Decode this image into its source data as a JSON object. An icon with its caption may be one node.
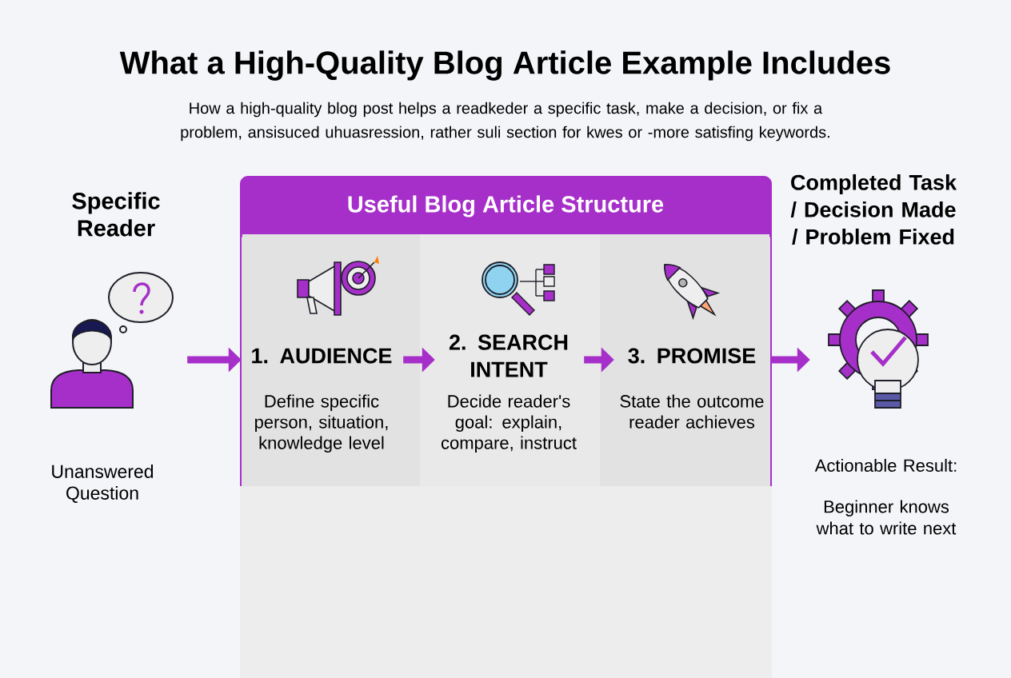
{
  "diagram": {
    "title": "What a High-Quality Blog Article Example Includes",
    "caption": "How a high-quality blog post helps a readkeder a specific task, make a decision, or fix a problem, ansisuced uhuasression, rather suli section for kwes or -more satisfing keywords.",
    "nodes": [
      {
        "text": [
          "Specific Reader",
          "Unanswered Question"
        ]
      },
      {
        "text": [
          "Useful Blog Article Structure"
        ]
      },
      {
        "text": [
          "1. AUDIENCE",
          "Define specific person, situation, knowledge level"
        ],
        "in": 1
      },
      {
        "text": [
          "2. SEARCH INTENT",
          "Decide reader's goal: explain, compare, instruct"
        ],
        "in": 1
      },
      {
        "text": [
          "3. PROMISE",
          "State the outcome reader achieves"
        ],
        "in": 1
      },
      {
        "text": [
          "Completed Task / Decision Made / Problem Fixed",
          "Actionable Result:",
          "Beginner knows what to write next"
        ]
      }
    ],
    "edges": [
      {
        "from": 0,
        "to": 2,
        "arrow": "to"
      },
      {
        "from": 2,
        "to": 3,
        "arrow": "to"
      },
      {
        "from": 3,
        "to": 4,
        "arrow": "to"
      },
      {
        "from": 4,
        "to": 5,
        "arrow": "to"
      }
    ]
  }
}
